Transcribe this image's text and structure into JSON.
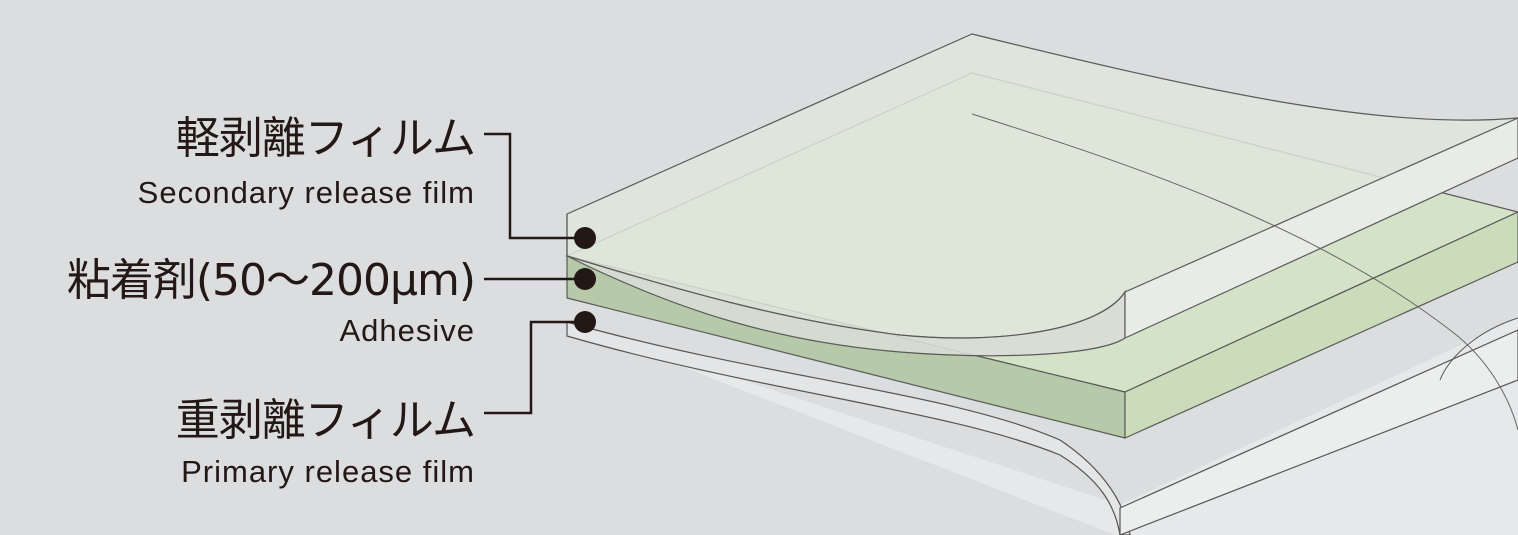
{
  "labels": {
    "secondary_release_film": {
      "jp": "軽剥離フィルム",
      "en": "Secondary release film"
    },
    "adhesive": {
      "jp": "粘着剤(50〜200μm)",
      "en": "Adhesive"
    },
    "primary_release_film": {
      "jp": "重剥離フィルム",
      "en": "Primary release film"
    }
  },
  "colors": {
    "background": "#dcdddf",
    "film": "#e3e6e6",
    "adhesive_top": "#d3e2c6",
    "adhesive_side": "#b5c8a6",
    "line": "#5a5a5a",
    "text": "#231815"
  }
}
